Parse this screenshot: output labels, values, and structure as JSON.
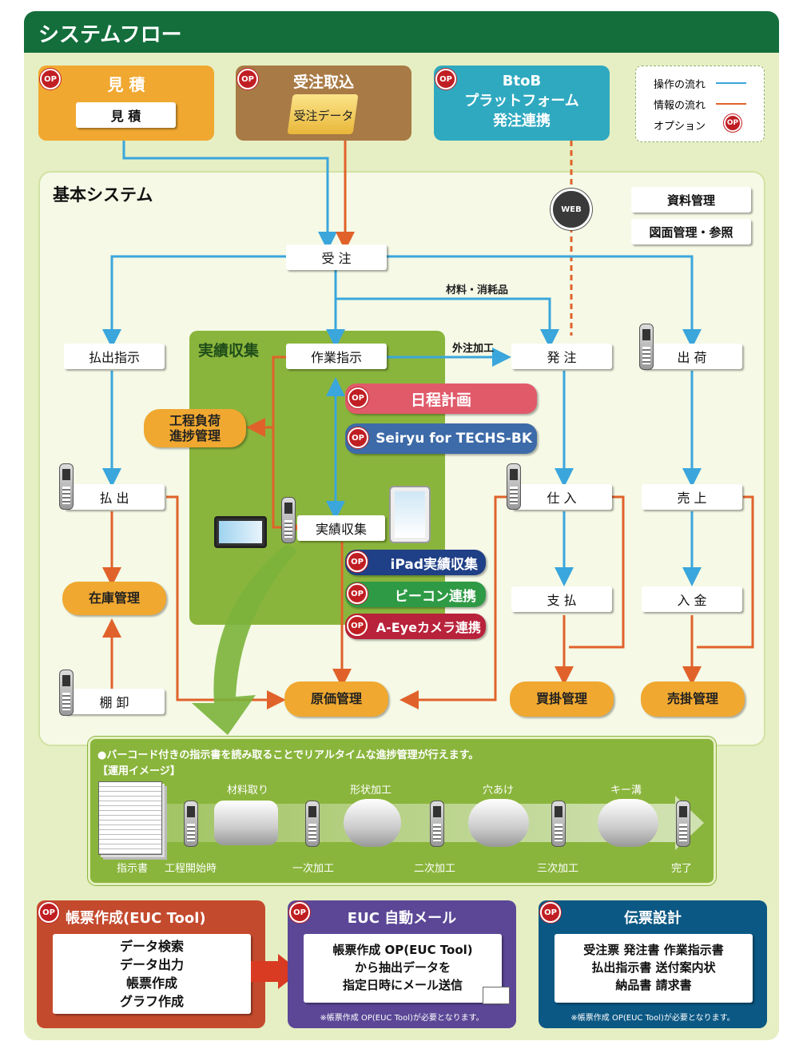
{
  "title": "システムフロー",
  "panels": {
    "mitsumori": {
      "op": "OP",
      "title": "見 積",
      "box": "見 積",
      "color": "#f0a830"
    },
    "juchu_torikomi": {
      "op": "OP",
      "title": "受注取込",
      "label": "受注データ",
      "color": "#a87a45"
    },
    "btob": {
      "op": "OP",
      "line1": "BtoB",
      "line2": "プラットフォーム",
      "line3": "発注連携",
      "color": "#2fa9c0"
    }
  },
  "legend": {
    "flow_op": "操作の流れ",
    "flow_info": "情報の流れ",
    "option": "オプション",
    "op": "OP"
  },
  "kihon": {
    "title": "基本システム",
    "shiryo": "資料管理",
    "zumen": "図面管理・参照",
    "web": "WEB"
  },
  "nodes": {
    "juchu": "受 注",
    "zairyo": "材料・消耗品",
    "haraidashi_shiji": "払出指示",
    "sagyo_shiji": "作業指示",
    "gaichu": "外注加工",
    "hatchu": "発 注",
    "shukka": "出 荷",
    "koutei": "工程負荷\n進捗管理",
    "haraidashi": "払 出",
    "jisseki": "実績収集",
    "shiire": "仕 入",
    "uriage": "売 上",
    "zaiko": "在庫管理",
    "shiharai": "支 払",
    "nyukin": "入 金",
    "tanaoroshi": "棚 卸",
    "genka": "原価管理",
    "kaikake": "買掛管理",
    "urikake": "売掛管理"
  },
  "jisseki_area": {
    "title": "実績収集"
  },
  "options": [
    {
      "op": "OP",
      "label": "日程計画",
      "color": "#e05a6a"
    },
    {
      "op": "OP",
      "label": "Seiryu for TECHS-BK",
      "color": "#3d6aa8"
    },
    {
      "op": "OP",
      "label": "iPad実績収集",
      "color": "#1f3f86"
    },
    {
      "op": "OP",
      "label": "ビーコン連携",
      "color": "#2e9a45"
    },
    {
      "op": "OP",
      "label": "A-Eyeカメラ連携",
      "color": "#b8223a"
    }
  ],
  "unyo": {
    "desc": "●バーコード付きの指示書を読み取ることでリアルタイムな進捗管理が行えます。",
    "sub": "【運用イメージ】",
    "top_labels": [
      "材料取り",
      "形状加工",
      "穴あけ",
      "キー溝"
    ],
    "bottom_labels": [
      "指示書",
      "工程開始時",
      "一次加工",
      "二次加工",
      "三次加工",
      "完了"
    ]
  },
  "bottom": {
    "euc_tool": {
      "op": "OP",
      "title": "帳票作成(EUC Tool)",
      "items": [
        "データ検索",
        "データ出力",
        "帳票作成",
        "グラフ作成"
      ],
      "color": "#c44a2e"
    },
    "euc_mail": {
      "op": "OP",
      "title": "EUC 自動メール",
      "lines": [
        "帳票作成 OP(EUC Tool)",
        "から抽出データを",
        "指定日時にメール送信"
      ],
      "note": "※帳票作成 OP(EUC Tool)が必要となります。",
      "color": "#5b4796"
    },
    "denpyo": {
      "op": "OP",
      "title": "伝票設計",
      "lines": [
        "受注票 発注書 作業指示書",
        "払出指示書 送付案内状",
        "納品書 請求書"
      ],
      "note": "※帳票作成 OP(EUC Tool)が必要となります。",
      "color": "#0b5884"
    }
  },
  "colors": {
    "op_flow": "#3aa6dc",
    "info_flow": "#e0622a",
    "green_area": "#8ab53c",
    "header": "#136e3b"
  }
}
